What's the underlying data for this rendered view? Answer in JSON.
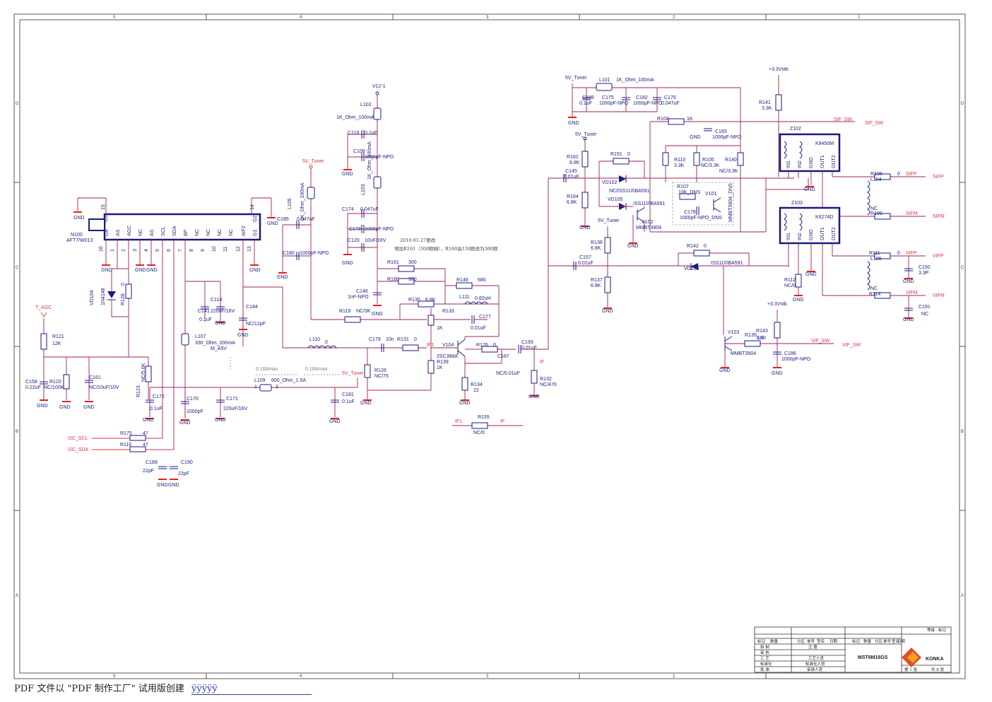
{
  "ruler": {
    "columns": [
      "5",
      "4",
      "3",
      "2",
      "1"
    ],
    "rows": [
      "D",
      "C",
      "B",
      "A"
    ]
  },
  "ic": {
    "ref": "N100",
    "part": "AFT7/W013",
    "pins_left": [
      "G4",
      "AS",
      "AGC",
      "NC",
      "AS",
      "SCL",
      "SDA",
      "BP",
      "NC",
      "NC",
      "NC",
      "NC",
      "AIF2",
      "G1"
    ],
    "pin_nums": [
      "16",
      "1",
      "2",
      "3",
      "4",
      "5",
      "6",
      "7",
      "8",
      "9",
      "10",
      "11",
      "12",
      "13"
    ],
    "top_left": "G3",
    "top_right": "G2",
    "pin15": "15",
    "pin14": "14"
  },
  "z102": {
    "ref": "Z102",
    "part": "K9450M",
    "pins": [
      "IN1",
      "IN2",
      "GND",
      "OUT1",
      "OUT2"
    ]
  },
  "z103": {
    "ref": "Z103",
    "part": "K6274D",
    "pins": [
      "IN1",
      "IN2",
      "GND",
      "OUT1",
      "OUT2"
    ]
  },
  "labels": {
    "gnd": "GND",
    "v5_tuner": "5V_Tuner",
    "v12": "V12-1",
    "v33": "+3.3Vstb",
    "t_agc": "T_AGC",
    "i2c_scl": "I2C_SCL",
    "i2c_sda": "I2C_SDA",
    "sif_sw": "SIF_SW",
    "vif_sw": "VIF_SW",
    "sifp": "SIFP",
    "sifm": "SIFM",
    "vifp": "VIFP",
    "vifm": "VIFM",
    "if1": "IF1",
    "if": "IF",
    "m_a5v": "M_A5V",
    "amax1": "0.16Amax",
    "amax2": "0.16Amax",
    "pin1": "1",
    "pin2": "2"
  },
  "notes": {
    "date": "2010.01.27更改",
    "change": "增加R161（300欧姆），R160由150欧改为300欧"
  },
  "components": {
    "L101": "L101",
    "L101v": "1K_Ohm_100mA",
    "C188": "C188",
    "C188v": "0.1uF",
    "C175": "C175",
    "C175v": "1000pF-NPO",
    "C182": "C182",
    "C182v": "1000pF-NPO",
    "C176": "C176",
    "C176v": "0.047uF",
    "R141": "R141",
    "R141v": "3.3K",
    "R104": "R104",
    "R104v": "1K",
    "C183": "C183",
    "C183v": "1000pF-NPO",
    "R162": "R162",
    "R162v": "6.8K",
    "R151": "R151",
    "R151v": "0",
    "R110": "R110",
    "R110v": "3.3K",
    "R105": "R105",
    "R105v": "NC/3.3K",
    "R140": "R140",
    "R140v": "NC/3.3K",
    "C145": "C145",
    "C145v": "0.01uF",
    "VD102": "VD102",
    "VD102v": "NC/ISS110\\BA591",
    "R107": "R107",
    "R107v": "10K_DNS",
    "V101": "V101",
    "R164": "R164",
    "R164v": "6.8K",
    "VD105": "VD105",
    "VD105v": "ISS110\\BA591",
    "C178": "C178",
    "C178v": "1000pF-NPO_DNS",
    "MMBT_DNS": "MMBT3904_DNS",
    "V102": "V102",
    "V102v": "MMBT3904",
    "R136": "R136",
    "R136v": "6.8K",
    "C157": "C157",
    "C157v": "0.01uF",
    "R142": "R142",
    "R142v": "0",
    "VD103": "VD103",
    "VD103v": "ISS110\\BA591",
    "R137": "R137",
    "R137v": "6.8K",
    "R112": "R112",
    "R112v": "NC/0",
    "V103": "V103",
    "V103v": "MMBT3904",
    "R143": "R143",
    "R143v": "1K",
    "R135": "R135",
    "R135v": "3.3K",
    "C186": "C186",
    "C186v": "1000pF-NPO",
    "R106": "R106",
    "R106v": "0",
    "L104": "L104",
    "R109": "R109",
    "R109v": "NC",
    "R111": "R111",
    "R111v": "0",
    "L106": "L106",
    "C192": "C192",
    "C192v": "3.3P",
    "R114": "R114",
    "R114v": "NC",
    "C191": "C191",
    "C191v": "NC",
    "L102": "L102",
    "L102v": "1K_Ohm_100mA",
    "C119": "C119",
    "C119v": "0.1uF",
    "C108": "C108",
    "C108v": "1000pF-NPO",
    "L103": "L103",
    "L103v": "1K_Ohm_100mA",
    "C174": "C174",
    "C174v": "0.047uF",
    "C173": "C173",
    "C173v": "1000pF-NPO",
    "C120": "C120",
    "C120v": "10uF/16V",
    "L105": "L105",
    "L105v": "1K_Ohm_100mA",
    "C185": "C185",
    "C185v": "0.047uF",
    "C180": "C180",
    "C180v": "1000pF-NPO",
    "R161": "R161",
    "R161v": "300",
    "R160": "R160",
    "R160v": "300",
    "R146": "R146",
    "R146v": "680",
    "C146": "C146",
    "C146v": "1nF-NPO",
    "R130": "R130",
    "R130v": "6.8K",
    "L111": "L111",
    "L111v": "0.82uH",
    "R119": "R119",
    "R119v": "NC/3K",
    "R133": "R133",
    "R133v": "1K",
    "C177": "C177",
    "C177v": "0.01uF",
    "L110": "L110",
    "L110v": "0",
    "C179": "C179",
    "C179v": "10n",
    "R131": "R131",
    "R131v": "0",
    "V104": "V104",
    "V104v": "2SC388A",
    "R176": "R176",
    "R176v": "0",
    "C193": "C193",
    "C193v": "0.01uF",
    "R139": "R139",
    "R139v": "1K",
    "C187": "C187",
    "C187v": "NC/0.01uF",
    "R126": "R126",
    "R126v": "NC/75",
    "R134": "R134",
    "R134v": "22",
    "R132": "R132",
    "R132v": "NC/470",
    "R155": "R155",
    "R155v": "NC/0",
    "C181": "C181",
    "C181v": "0.1uF",
    "L109": "L109",
    "L109v": "600_Ohm_1.5A",
    "L107": "L107",
    "L107v": "330_Ohm_200mA",
    "C141": "C141",
    "C141v": "0.1uF",
    "C114": "C114",
    "C114v": "220uF/16V",
    "C184": "C184",
    "C184v": "NC/12pF",
    "C170": "C170",
    "C170v": "1000pF",
    "C171": "C171",
    "C171v": "220uF/16V",
    "C172": "C172",
    "C172v": "0.1uF",
    "R123": "R123",
    "R123v": "NC/5.6K",
    "VD104": "VD104",
    "VD104v": "1N4148",
    "R128": "R128",
    "R128v": "0",
    "R121": "R121",
    "R121v": "12K",
    "C158": "C158",
    "C158v": "0.22uF",
    "R120": "R120",
    "R120v": "NC/100K",
    "C161": "C161",
    "C161v": "NC/10uF/10V",
    "R175": "R175",
    "R175v": "47",
    "R116": "R116",
    "R116v": "47",
    "C189": "C189",
    "C189v": "22pF",
    "C190": "C190",
    "C190v": "22pF"
  },
  "title_block": {
    "header_left": [
      "标记",
      "数量",
      "分区",
      "单号",
      "签名",
      "日期"
    ],
    "header_mid": [
      "标记",
      "数量",
      "分区",
      "单号",
      "签名",
      "日期"
    ],
    "rows": [
      "拟 制",
      "审 核",
      "工 艺",
      "标准化",
      "批 准"
    ],
    "row_vals": [
      "汪 蕾",
      "",
      "工艺人员",
      "标准化人员",
      "审准人员"
    ],
    "drawing_no": "MST6M16GS",
    "top_right": [
      "等级",
      "标记"
    ],
    "company": "KONKA",
    "sheet": "第 1 张",
    "total": "共 8 张"
  },
  "footer": {
    "text": "PDF 文件以 \"PDF 制作工厂\" 试用版创建",
    "link": "ÿÿÿÿÿ"
  }
}
